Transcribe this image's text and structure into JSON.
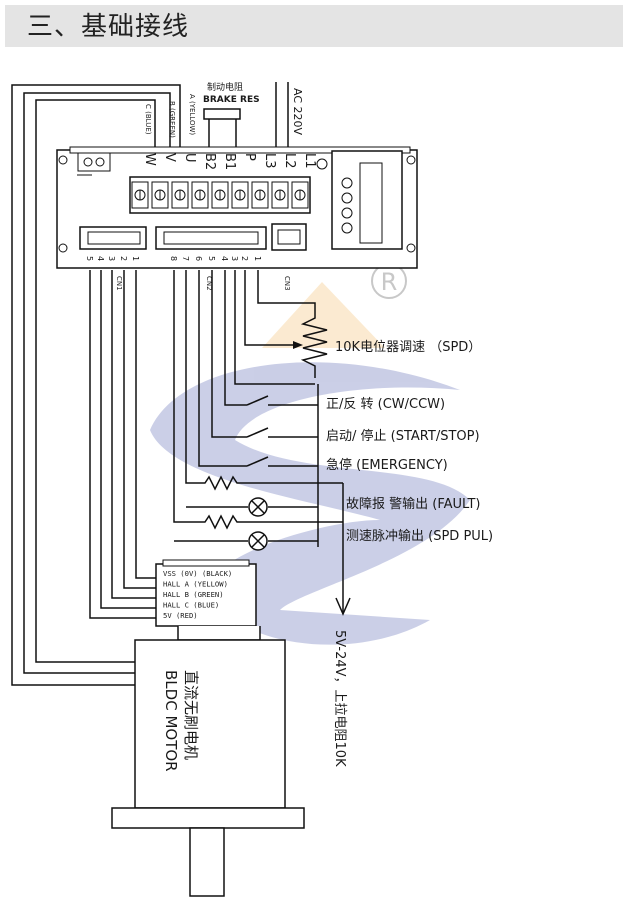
{
  "header": {
    "title": "三、基础接线"
  },
  "brake": {
    "cn_label": "制动电阻",
    "en_label": "BRAKE RES"
  },
  "ac": {
    "label": "AC 220V"
  },
  "phase": {
    "c": "C (BLUE)",
    "b": "B (GREEN)",
    "a": "A (YELLOW)"
  },
  "terminals": [
    "W",
    "V",
    "U",
    "B2",
    "B1",
    "P",
    "L3",
    "L2",
    "L1"
  ],
  "connectors": {
    "cn1": "CN1",
    "cn2": "CN2",
    "cn3": "CN3"
  },
  "cn1_pins": [
    "5",
    "4",
    "3",
    "2",
    "1"
  ],
  "cn2_pins": [
    "8",
    "7",
    "6",
    "5",
    "4",
    "3",
    "2",
    "1"
  ],
  "watermark": {
    "mark": "R"
  },
  "labels": {
    "spd": "10K电位器调速 （SPD）",
    "cw": "正/反 转 (CW/CCW)",
    "start": "启动/ 停止 (START/STOP)",
    "emergency": "急停 (EMERGENCY)",
    "fault": "故障报 警输出 (FAULT)",
    "spd_pul": "测速脉冲输出 (SPD PUL)",
    "supply": "5V-24V，上拉电阻10K"
  },
  "hall": [
    "VSS (0V) (BLACK)",
    "HALL A (YELLOW)",
    "HALL B (GREEN)",
    "HALL C (BLUE)",
    "5V (RED)"
  ],
  "motor": {
    "cn": "直流无刷电机",
    "en": "BLDC MOTOR"
  },
  "colors": {
    "watermark_blue": "#2f3fa0",
    "watermark_orange": "#f2b04a",
    "title_bg": "#e4e4e4"
  }
}
